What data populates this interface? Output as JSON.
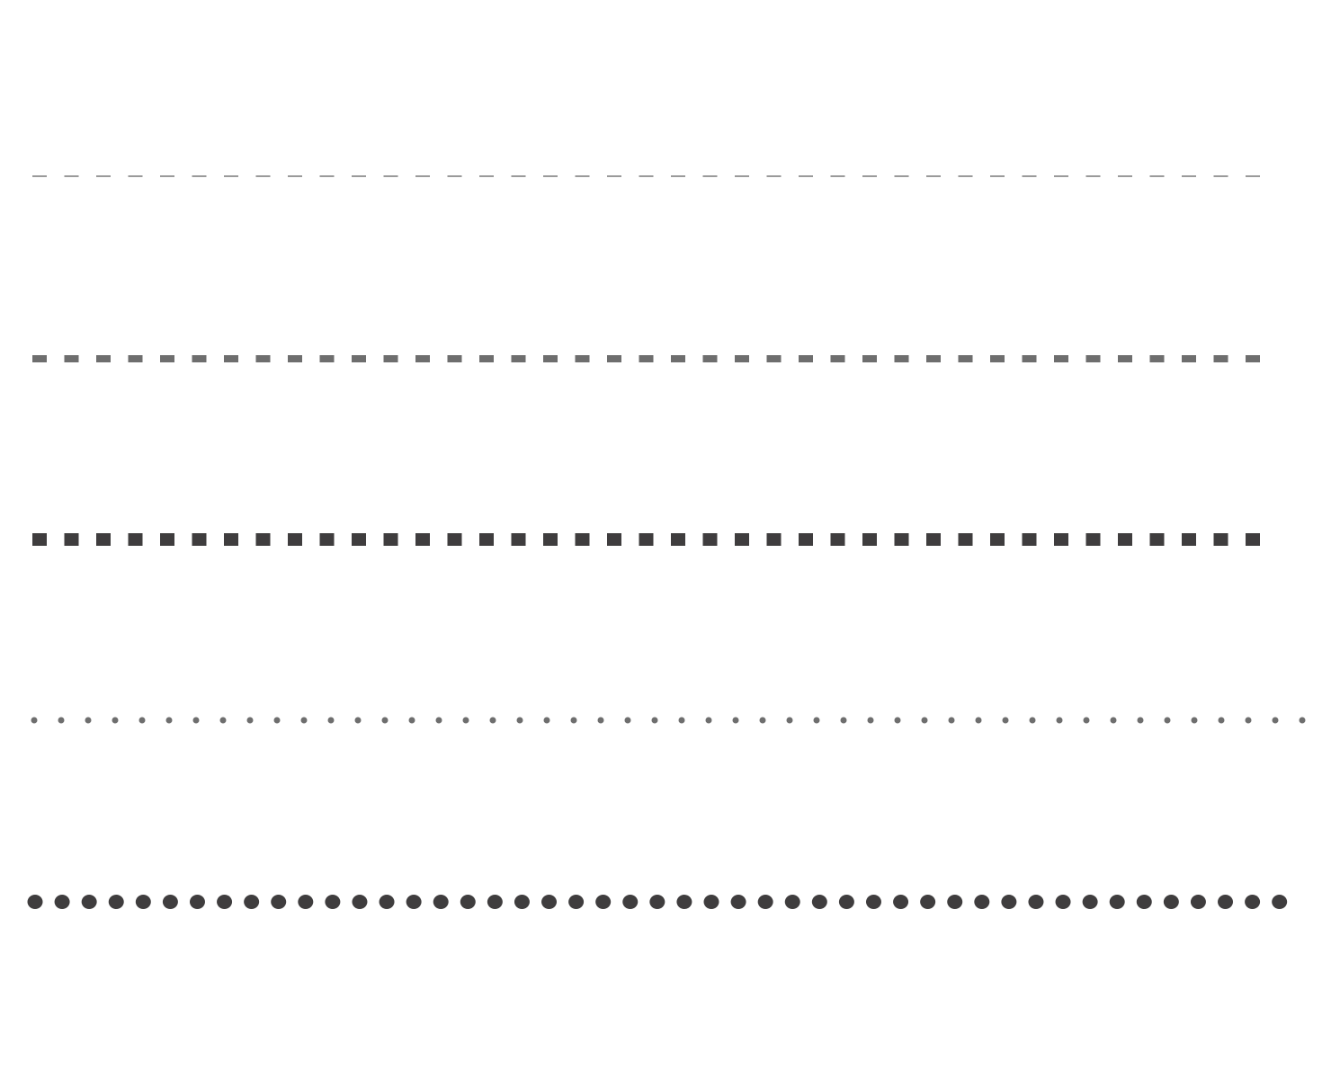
{
  "line_styles": [
    {
      "style": "dashed",
      "weight": "thin",
      "color": "#9a9a9a"
    },
    {
      "style": "dashed",
      "weight": "medium",
      "color": "#6e6e6e"
    },
    {
      "style": "dashed",
      "weight": "thick",
      "color": "#3f3d3e"
    },
    {
      "style": "dotted",
      "weight": "medium",
      "color": "#6e6e6e"
    },
    {
      "style": "dotted",
      "weight": "thick",
      "color": "#3f3d3e"
    }
  ]
}
